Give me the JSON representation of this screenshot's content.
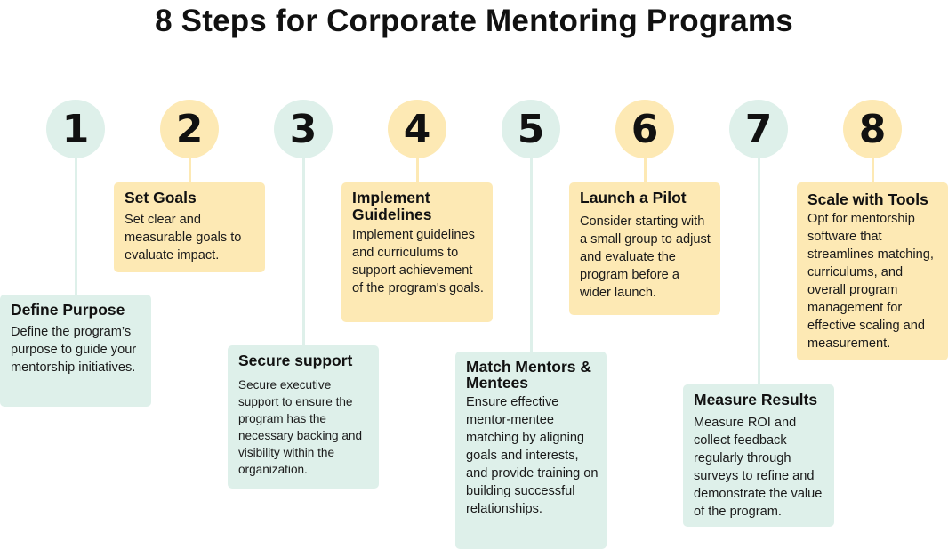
{
  "title": "8 Steps for Corporate Mentoring Programs",
  "colors": {
    "mint": "#def0ea",
    "sand": "#fde9b4"
  },
  "steps": [
    {
      "number": "1",
      "heading": "Define Purpose",
      "text": "Define the program’s purpose to guide your mentorship initiatives."
    },
    {
      "number": "2",
      "heading": "Set Goals",
      "text": "Set clear and measurable goals to evaluate impact."
    },
    {
      "number": "3",
      "heading": "Secure support",
      "text": "Secure executive support to ensure the program has the necessary backing and visibility within the organization."
    },
    {
      "number": "4",
      "heading": "Implement Guidelines",
      "text": "Implement guidelines and curriculums to support achievement of the program's goals."
    },
    {
      "number": "5",
      "heading": "Match Mentors & Mentees",
      "text": "Ensure effective mentor-mentee matching by aligning goals and interests, and provide training on building successful relationships."
    },
    {
      "number": "6",
      "heading": "Launch a Pilot",
      "text": "Consider starting with a small group to adjust and evaluate the program before a wider launch."
    },
    {
      "number": "7",
      "heading": "Measure Results",
      "text": "Measure ROI and collect feedback regularly through surveys to refine and demonstrate the value of the program."
    },
    {
      "number": "8",
      "heading": "Scale with Tools",
      "text": "Opt for mentorship software that streamlines matching, curriculums, and overall program management for effective scaling and measurement."
    }
  ]
}
